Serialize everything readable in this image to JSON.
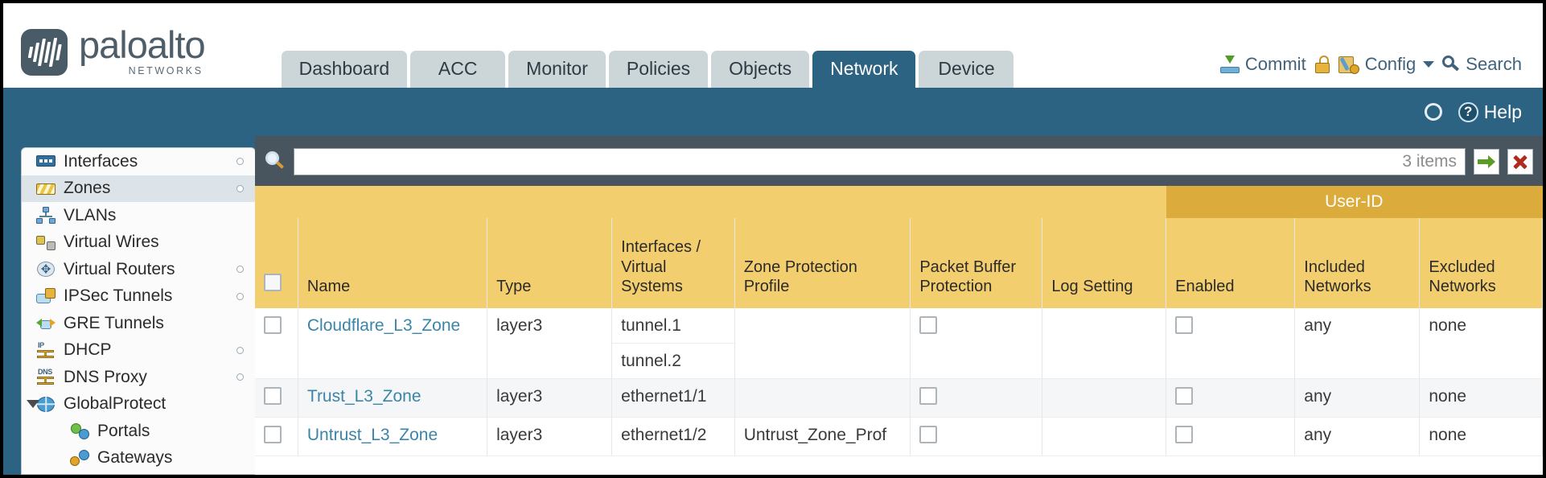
{
  "brand": {
    "name": "paloalto",
    "tagline": "NETWORKS",
    "registered": "®"
  },
  "nav": {
    "tabs": [
      {
        "label": "Dashboard",
        "active": false
      },
      {
        "label": "ACC",
        "active": false
      },
      {
        "label": "Monitor",
        "active": false
      },
      {
        "label": "Policies",
        "active": false
      },
      {
        "label": "Objects",
        "active": false
      },
      {
        "label": "Network",
        "active": true
      },
      {
        "label": "Device",
        "active": false
      }
    ]
  },
  "header_utils": {
    "commit": "Commit",
    "config": "Config",
    "search": "Search"
  },
  "blueband": {
    "help": "Help"
  },
  "sidebar": {
    "items": [
      {
        "label": "Interfaces",
        "icon": "interfaces-icon",
        "selected": false,
        "dot": true
      },
      {
        "label": "Zones",
        "icon": "zones-icon",
        "selected": true,
        "dot": true
      },
      {
        "label": "VLANs",
        "icon": "vlans-icon",
        "selected": false,
        "dot": false
      },
      {
        "label": "Virtual Wires",
        "icon": "virtual-wires-icon",
        "selected": false,
        "dot": false
      },
      {
        "label": "Virtual Routers",
        "icon": "virtual-routers-icon",
        "selected": false,
        "dot": true
      },
      {
        "label": "IPSec Tunnels",
        "icon": "ipsec-tunnels-icon",
        "selected": false,
        "dot": true
      },
      {
        "label": "GRE Tunnels",
        "icon": "gre-tunnels-icon",
        "selected": false,
        "dot": false
      },
      {
        "label": "DHCP",
        "icon": "dhcp-icon",
        "selected": false,
        "dot": true
      },
      {
        "label": "DNS Proxy",
        "icon": "dns-proxy-icon",
        "selected": false,
        "dot": true
      },
      {
        "label": "GlobalProtect",
        "icon": "globalprotect-icon",
        "selected": false,
        "dot": false,
        "expanded": true
      },
      {
        "label": "Portals",
        "icon": "portals-icon",
        "selected": false,
        "dot": false,
        "indent": true
      },
      {
        "label": "Gateways",
        "icon": "gateways-icon",
        "selected": false,
        "dot": false,
        "indent": true
      }
    ]
  },
  "filterbar": {
    "search_value": "",
    "search_placeholder": "",
    "item_count": "3 items",
    "apply_label": "apply-filter",
    "clear_label": "clear-filter"
  },
  "table": {
    "group_header": "User-ID",
    "columns": [
      "Name",
      "Type",
      "Interfaces / Virtual Systems",
      "Zone Protection Profile",
      "Packet Buffer Protection",
      "Log Setting",
      "Enabled",
      "Included Networks",
      "Excluded Networks"
    ],
    "rows": [
      {
        "name": "Cloudflare_L3_Zone",
        "type": "layer3",
        "interfaces": [
          "tunnel.1",
          "tunnel.2"
        ],
        "zone_protection_profile": "",
        "packet_buffer_protection": false,
        "log_setting": "",
        "userid_enabled": false,
        "included_networks": "any",
        "excluded_networks": "none"
      },
      {
        "name": "Trust_L3_Zone",
        "type": "layer3",
        "interfaces": [
          "ethernet1/1"
        ],
        "zone_protection_profile": "",
        "packet_buffer_protection": false,
        "log_setting": "",
        "userid_enabled": false,
        "included_networks": "any",
        "excluded_networks": "none"
      },
      {
        "name": "Untrust_L3_Zone",
        "type": "layer3",
        "interfaces": [
          "ethernet1/2"
        ],
        "zone_protection_profile": "Untrust_Zone_Prof",
        "packet_buffer_protection": false,
        "log_setting": "",
        "userid_enabled": false,
        "included_networks": "any",
        "excluded_networks": "none"
      }
    ]
  },
  "colors": {
    "brand_blue": "#2c6382",
    "header_gold": "#f3ce6e",
    "group_gold": "#dbab3c",
    "link_teal": "#3a85a8",
    "panel_slate": "#49555e"
  }
}
